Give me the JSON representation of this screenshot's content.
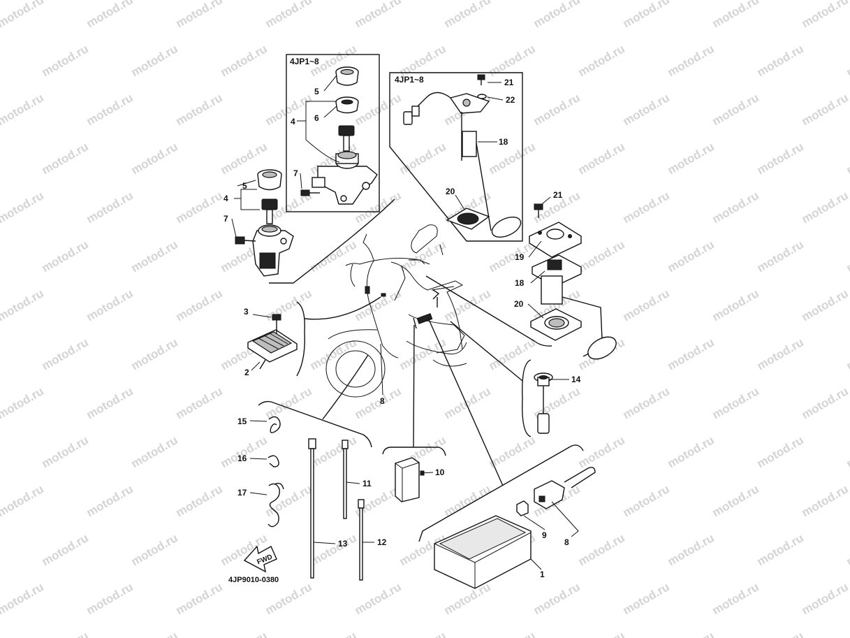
{
  "watermark": "motod.ru",
  "insets": {
    "ignition_variant": "4JP1~8",
    "fuel_sender_variant": "4JP1~8"
  },
  "drawing_code": "4JP9010-0380",
  "fwd_arrow": "FWD",
  "callouts": {
    "c1": "1",
    "c2": "2",
    "c3": "3",
    "c4a": "4",
    "c4b": "4",
    "c5a": "5",
    "c5b": "5",
    "c6": "6",
    "c7a": "7",
    "c7b": "7",
    "c8a": "8",
    "c8b": "8",
    "c9": "9",
    "c10": "10",
    "c11": "11",
    "c12": "12",
    "c13": "13",
    "c14": "14",
    "c15": "15",
    "c16": "16",
    "c17": "17",
    "c18a": "18",
    "c18b": "18",
    "c19": "19",
    "c20a": "20",
    "c20b": "20",
    "c21a": "21",
    "c21b": "21",
    "c22": "22"
  }
}
